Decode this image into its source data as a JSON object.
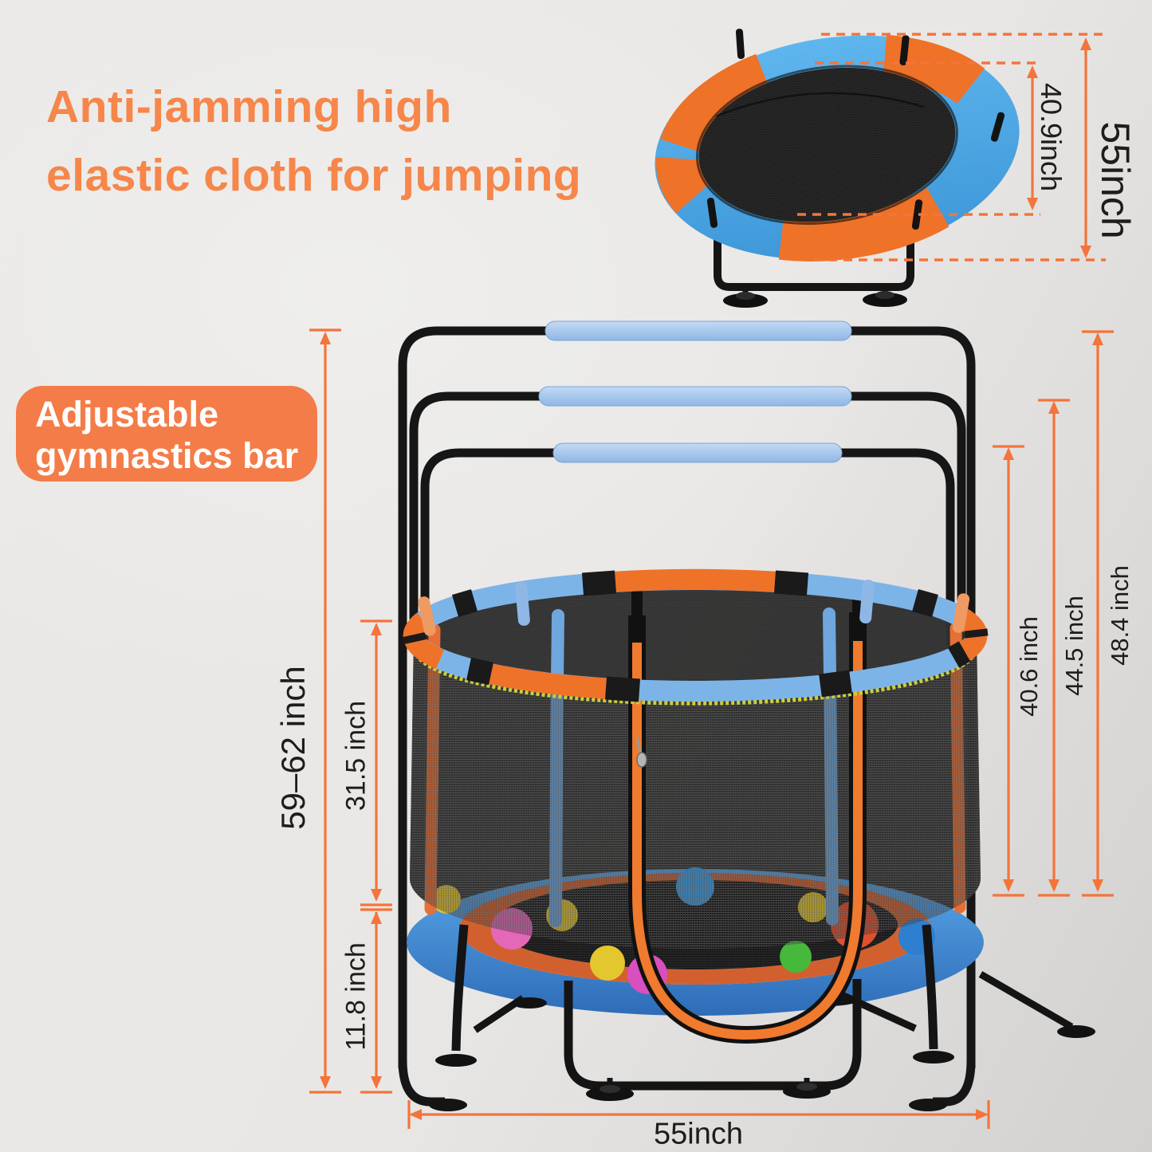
{
  "headline": {
    "line1": "Anti-jamming high",
    "line2": "elastic cloth for jumping"
  },
  "badge": {
    "line1": "Adjustable",
    "line2": "gymnastics bar"
  },
  "dimensions": {
    "mat_diameter": "40.9inch",
    "top_frame_diameter": "55inch",
    "overall_height": "59–62 inch",
    "net_height": "31.5 inch",
    "ground_clearance": "11.8 inch",
    "bar_height_low": "40.6 inch",
    "bar_height_mid": "44.5 inch",
    "bar_height_high": "48.4 inch",
    "base_width": "55inch"
  },
  "colors": {
    "accent": "#f4743b",
    "headline": "#f6864a",
    "badge_bg": "#f47c48",
    "badge_text": "#ffffff",
    "pad_blue_light": "#5aa7e8",
    "pad_blue_dark": "#2e6cb8",
    "pad_orange": "#ef7229",
    "ring_blue": "#7db4e8",
    "grip_blue": "#a9c9ef",
    "yellow_trim": "#c9cf3b",
    "net_dark": "#2e2e2e",
    "frame_black": "#161616"
  },
  "illustration": {
    "ball_colors": [
      "#3fa0e8",
      "#e468b8",
      "#e4c62e",
      "#e4c62e",
      "#d94fc0",
      "#e0502e",
      "#46b83c",
      "#e4c62e",
      "#2e7fd0",
      "#e4c62e"
    ]
  }
}
